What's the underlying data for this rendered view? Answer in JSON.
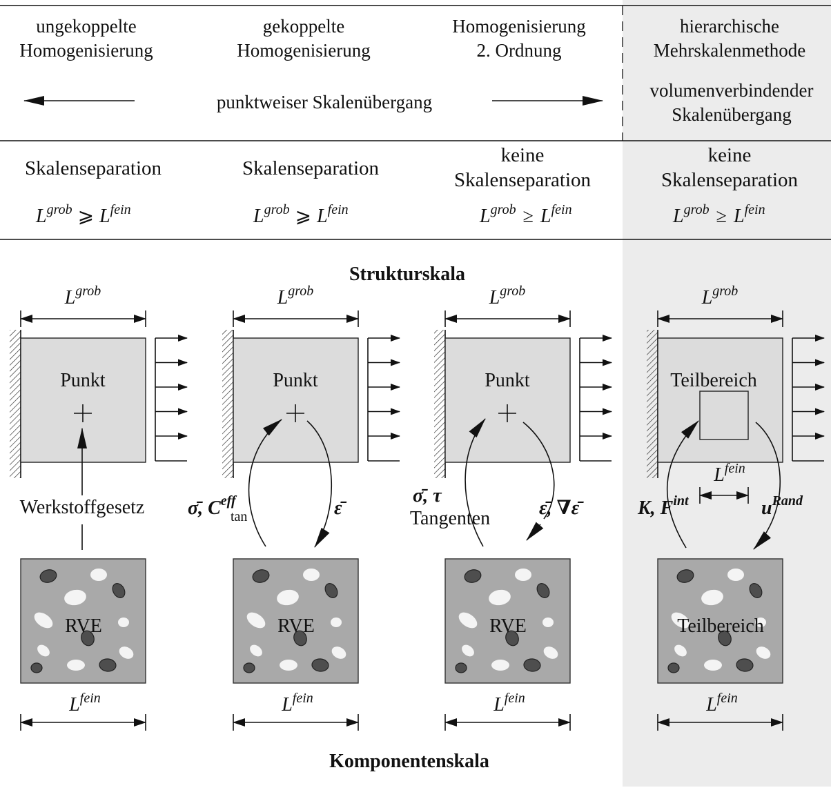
{
  "header": {
    "col1": [
      "ungekoppelte",
      "Homogenisierung"
    ],
    "col2": [
      "gekoppelte",
      "Homogenisierung"
    ],
    "col3": [
      "Homogenisierung",
      "2. Ordnung"
    ],
    "col4": [
      "hierarchische",
      "Mehrskalenmethode"
    ],
    "pointwise": "punktweiser Skalenübergang",
    "volume": [
      "volumenverbindender",
      "Skalenübergang"
    ]
  },
  "separation": {
    "col1": [
      "Skalenseparation"
    ],
    "col2": [
      "Skalenseparation"
    ],
    "col3": [
      "keine",
      "Skalenseparation"
    ],
    "col4": [
      "keine",
      "Skalenseparation"
    ],
    "relation_strong": "⩾",
    "relation_weak": "≥",
    "L": "L",
    "grob": "grob",
    "fein": "fein"
  },
  "scales": {
    "structure": "Strukturskala",
    "component": "Komponentenskala"
  },
  "boxes": {
    "point": "Punkt",
    "subregion": "Teilbereich",
    "rve": "RVE"
  },
  "transfer": {
    "col1_label": "Werkstoffgesetz",
    "col2_up": "σ̄, C",
    "col2_up_sup": "eff",
    "col2_up_sub": "tan",
    "col2_down": "ε̄",
    "col3_up": "σ̄, τ",
    "col3_up_line2": "Tangenten",
    "col3_down": "ε̄, ∇ε̄",
    "col4_up": "K, F",
    "col4_up_sup": "int",
    "col4_down": "u",
    "col4_down_sup": "Rand"
  },
  "colors": {
    "highlight_column": "#ececec",
    "structure_box": "#dcdcdc",
    "rve_background": "#a9a9a9",
    "dark_inclusion": "#4e4e4e",
    "light_inclusion": "#f4f4f4"
  }
}
